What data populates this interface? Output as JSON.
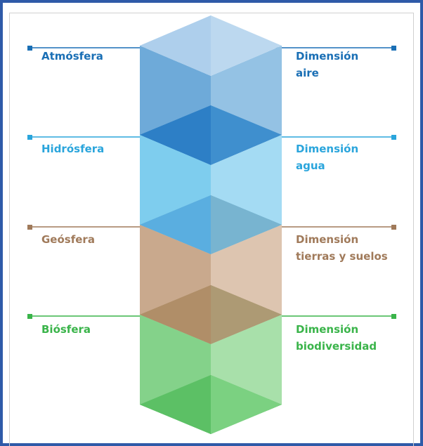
{
  "layers": [
    {
      "id": "atmosfera",
      "left_label": "Atmósfera",
      "right_label": [
        "Dimensión",
        "aire"
      ],
      "color": "#1a6fb5"
    },
    {
      "id": "hidrosfera",
      "left_label": "Hidrósfera",
      "right_label": [
        "Dimensión",
        "agua"
      ],
      "color": "#2aa5dc"
    },
    {
      "id": "geosfera",
      "left_label": "Geósfera",
      "right_label": [
        "Dimensión",
        "tierras y suelos"
      ],
      "color": "#a07a5a"
    },
    {
      "id": "biosfera",
      "left_label": "Biósfera",
      "right_label": [
        "Dimensión",
        "biodiversidad"
      ],
      "color": "#3ab44a"
    }
  ],
  "colors": {
    "frame_border": "#2f5aa8",
    "inner_border": "#d0d0d0"
  }
}
